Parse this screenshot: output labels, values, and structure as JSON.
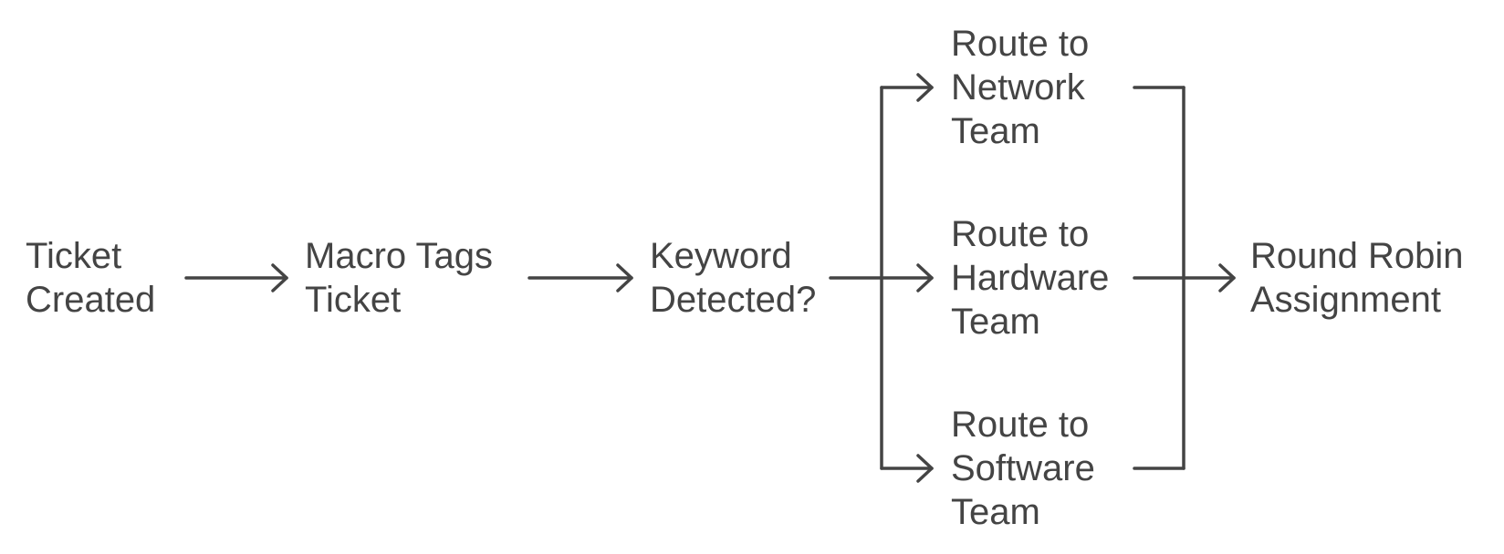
{
  "diagram": {
    "type": "flowchart",
    "stroke_color": "#444444",
    "text_color": "#444444",
    "background": "#ffffff",
    "nodes": {
      "ticket_created": {
        "lines": [
          "Ticket",
          "Created"
        ]
      },
      "macro_tags": {
        "lines": [
          "Macro Tags",
          "Ticket"
        ]
      },
      "keyword_detected": {
        "lines": [
          "Keyword",
          "Detected?"
        ]
      },
      "route_network": {
        "lines": [
          "Route to",
          "Network",
          "Team"
        ]
      },
      "route_hardware": {
        "lines": [
          "Route to",
          "Hardware",
          "Team"
        ]
      },
      "route_software": {
        "lines": [
          "Route to",
          "Software",
          "Team"
        ]
      },
      "round_robin": {
        "lines": [
          "Round Robin",
          "Assignment"
        ]
      }
    },
    "edges": [
      {
        "from": "ticket_created",
        "to": "macro_tags"
      },
      {
        "from": "macro_tags",
        "to": "keyword_detected"
      },
      {
        "from": "keyword_detected",
        "to": "route_network"
      },
      {
        "from": "keyword_detected",
        "to": "route_hardware"
      },
      {
        "from": "keyword_detected",
        "to": "route_software"
      },
      {
        "from": "route_network",
        "to": "round_robin"
      },
      {
        "from": "route_hardware",
        "to": "round_robin"
      },
      {
        "from": "route_software",
        "to": "round_robin"
      }
    ]
  }
}
